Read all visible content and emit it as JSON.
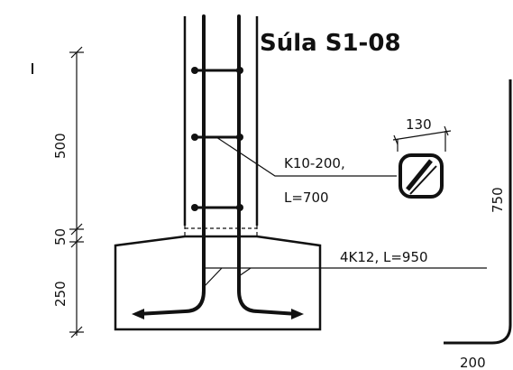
{
  "title": "Súla S1-08",
  "labels": {
    "stirrup_spec": "K10-200,",
    "stirrup_length": "L=700",
    "section_width": "130",
    "main_bars": "4K12, L=950",
    "bar_height": "750",
    "bar_hook": "200"
  },
  "dimensions": {
    "column": "500",
    "gap": "50",
    "footing": "250"
  },
  "colors": {
    "ink": "#111111",
    "background": "#ffffff"
  }
}
